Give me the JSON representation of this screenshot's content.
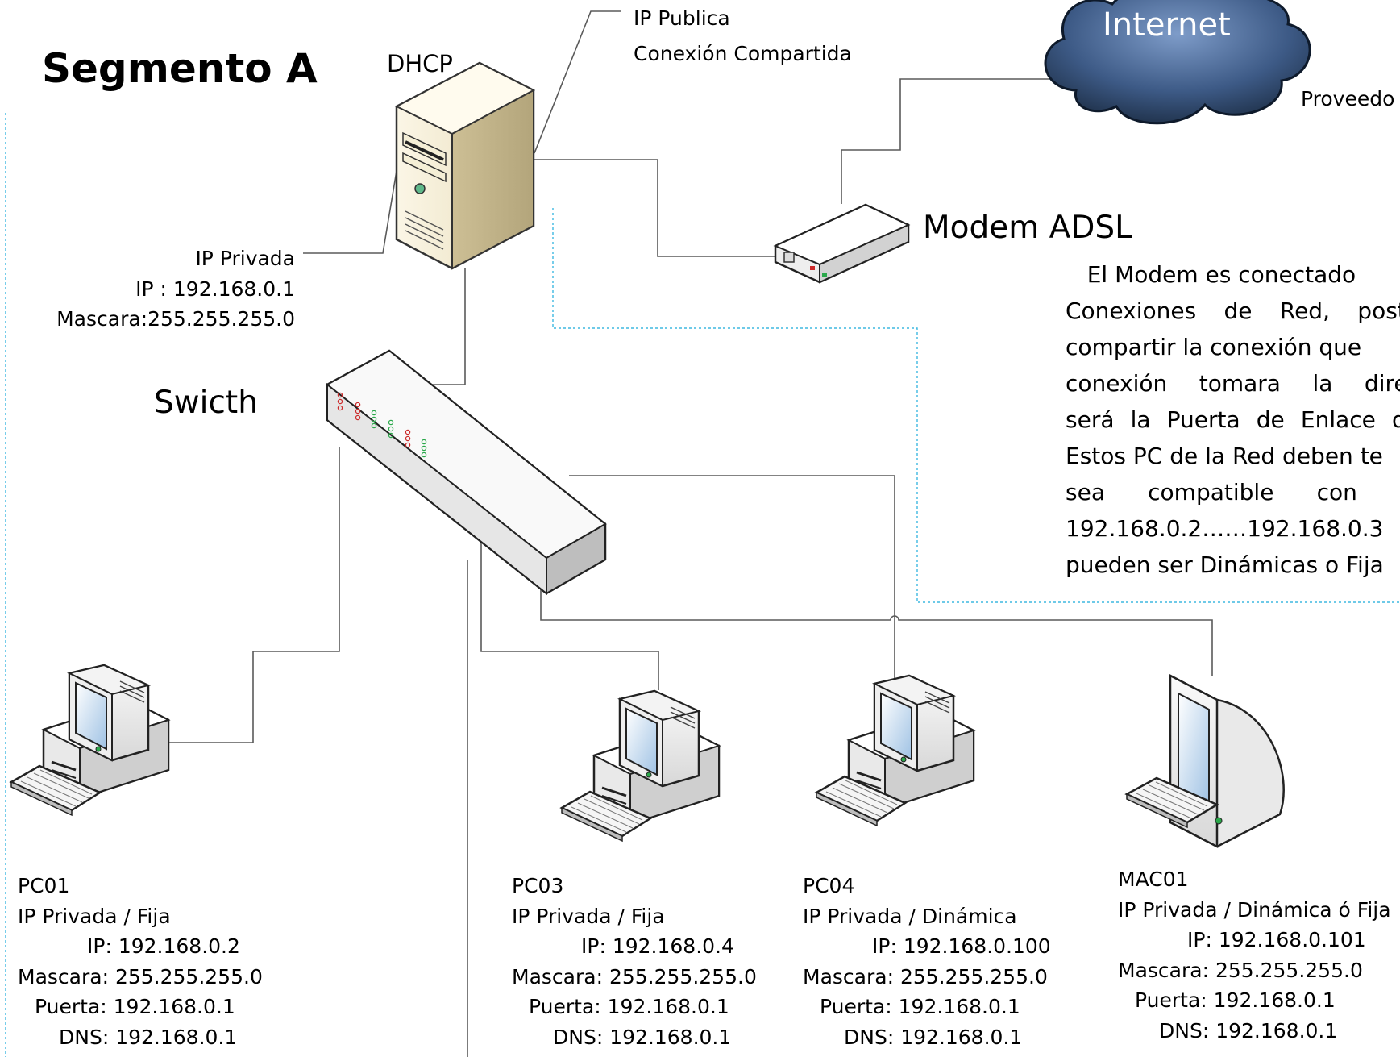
{
  "title": "Segmento A",
  "server": {
    "role": "DHCP",
    "public_label_1": "IP Publica",
    "public_label_2": "Conexión Compartida",
    "private_label": "IP Privada",
    "ip": "IP : 192.168.0.1",
    "mask": "Mascara:255.255.255.0"
  },
  "internet": {
    "label": "Internet",
    "provider": "Proveedo"
  },
  "modem": {
    "label": "Modem ADSL"
  },
  "switch": {
    "label": "Swicth"
  },
  "description": [
    "   El Modem es conectado",
    "Conexiones de Red, poste",
    "compartir la conexión que",
    "conexión tomara la direc",
    "será la Puerta de Enlace de",
    "Estos PC de la Red deben te",
    "sea compatible con la",
    "192.168.0.2……192.168.0.3",
    "pueden ser Dinámicas o Fija"
  ],
  "computers": [
    {
      "name": "PC01",
      "type": "IP Privada / Fija",
      "ip": "IP: 192.168.0.2",
      "mask": "Mascara: 255.255.255.0",
      "gateway": "Puerta: 192.168.0.1",
      "dns": "DNS: 192.168.0.1"
    },
    {
      "name": "PC03",
      "type": "IP Privada / Fija",
      "ip": "IP: 192.168.0.4",
      "mask": "Mascara: 255.255.255.0",
      "gateway": "Puerta: 192.168.0.1",
      "dns": "DNS: 192.168.0.1"
    },
    {
      "name": "PC04",
      "type": "IP Privada / Dinámica",
      "ip": "IP: 192.168.0.100",
      "mask": "Mascara: 255.255.255.0",
      "gateway": "Puerta: 192.168.0.1",
      "dns": "DNS: 192.168.0.1"
    },
    {
      "name": "MAC01",
      "type": "IP Privada / Dinámica ó Fija",
      "ip": "IP: 192.168.0.101",
      "mask": "Mascara: 255.255.255.0",
      "gateway": "Puerta: 192.168.0.1",
      "dns": "DNS: 192.168.0.1"
    }
  ],
  "colors": {
    "wire": "#5a5a5a",
    "dashed": "#3fb8e0",
    "cloud_dark": "#1c2d44",
    "cloud_light": "#6f8fc0",
    "led_red": "#cc2a2a",
    "led_green": "#2aa84a"
  }
}
